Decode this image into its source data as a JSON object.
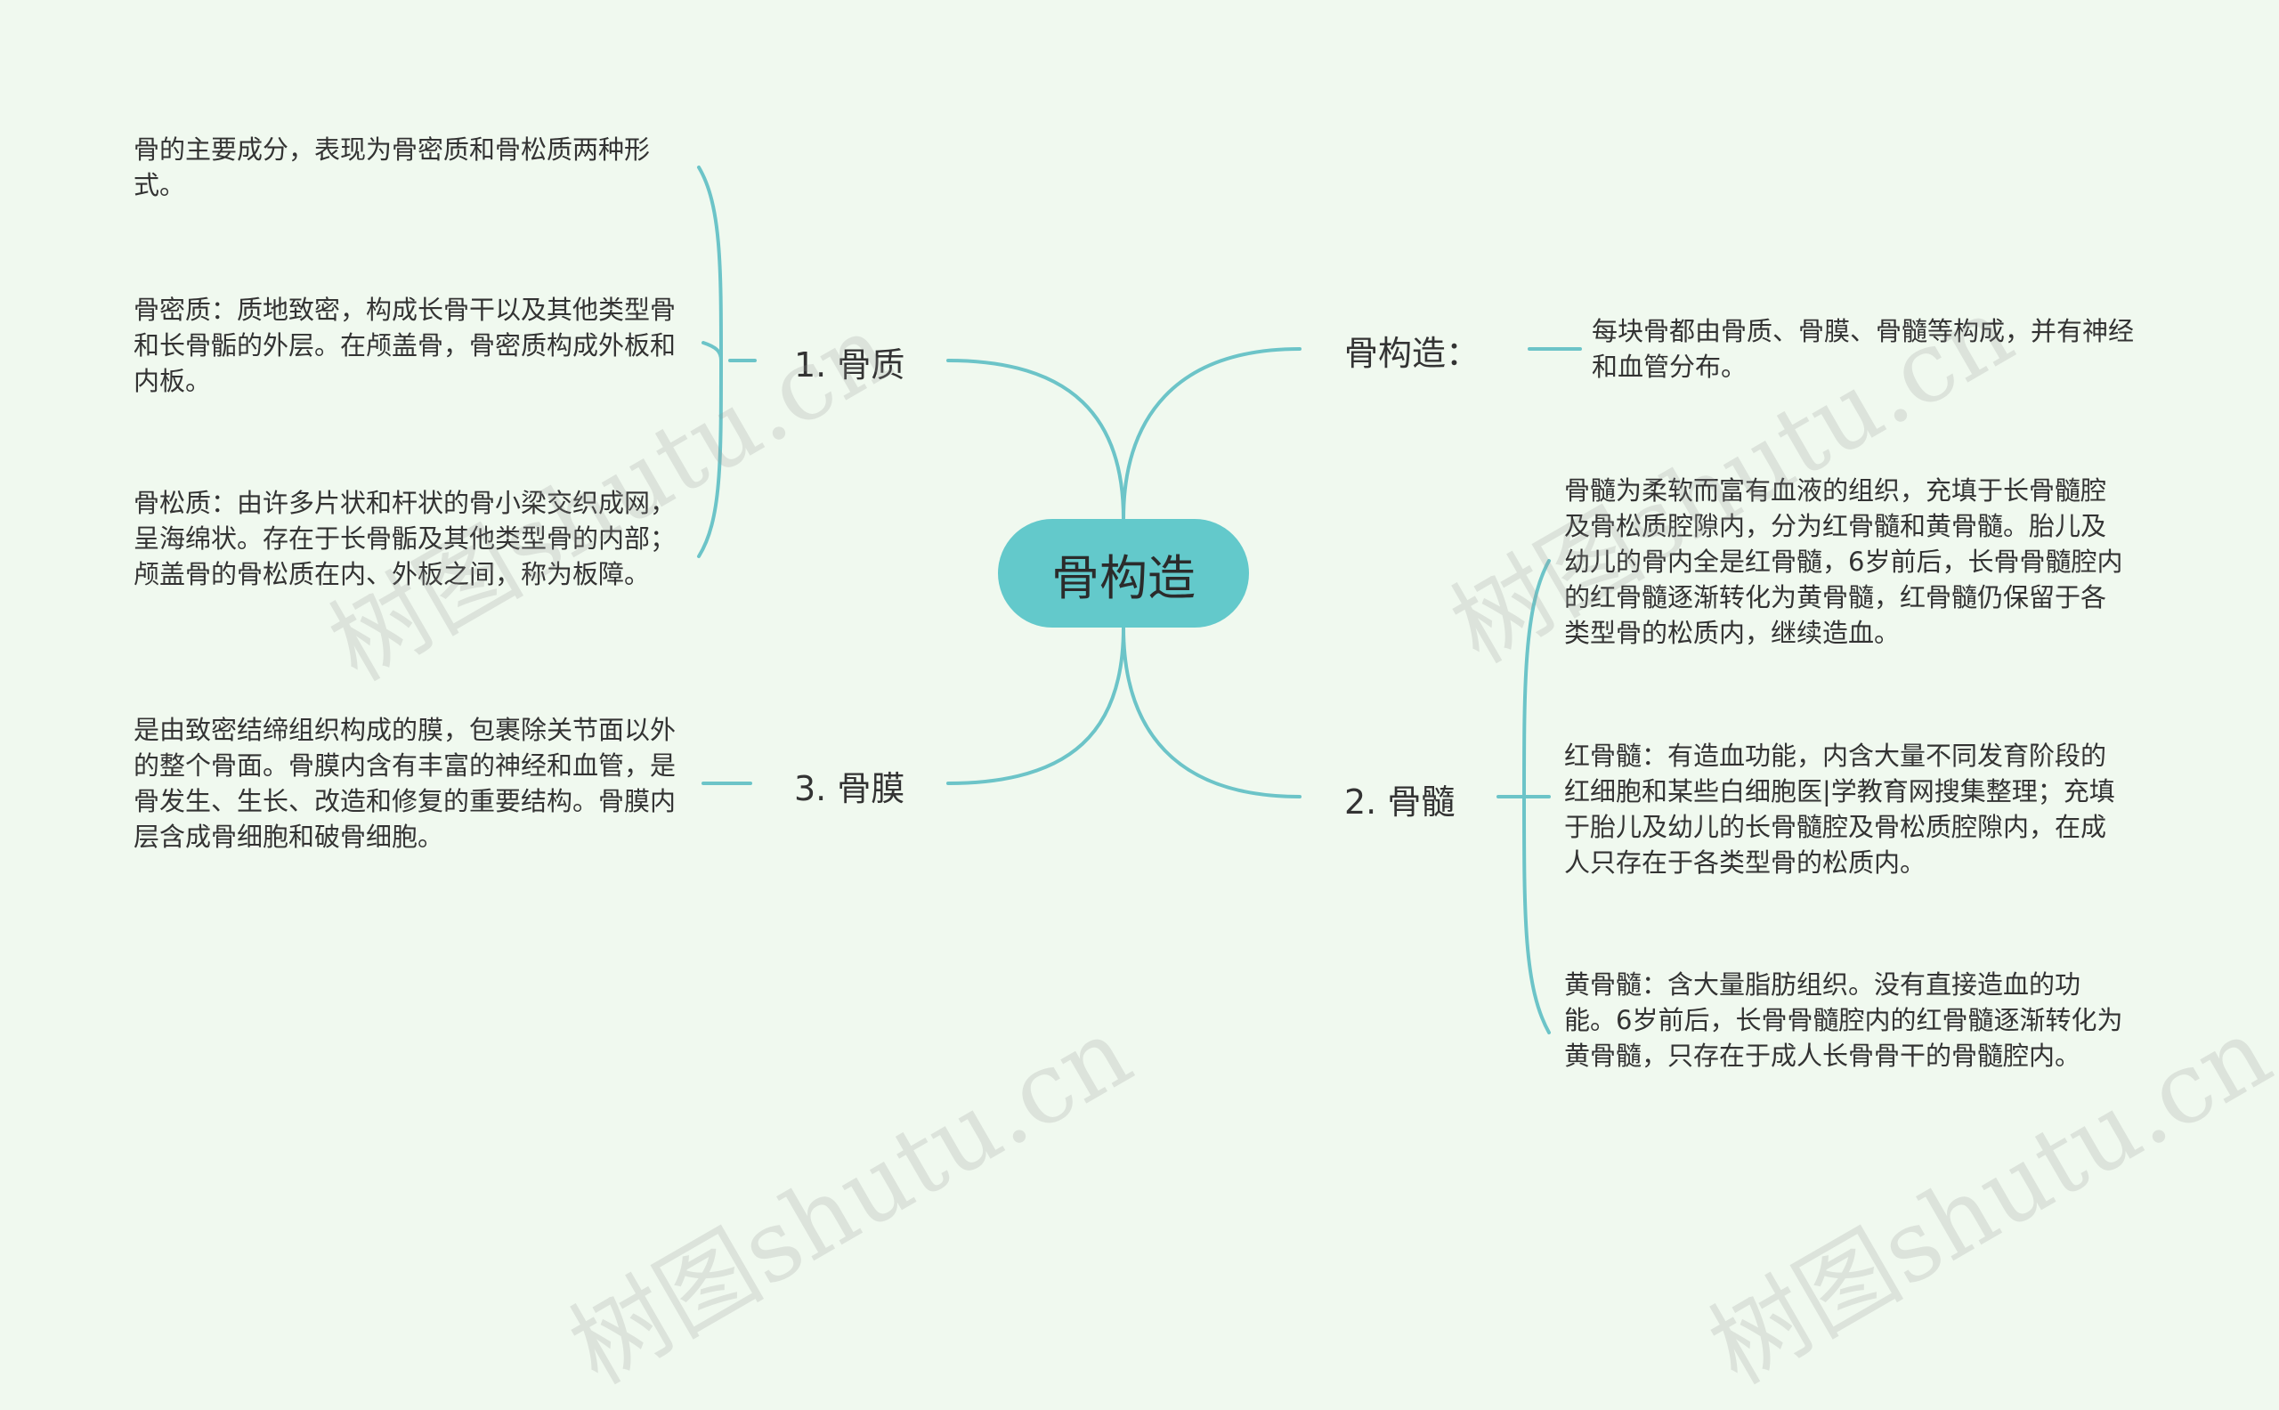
{
  "root": {
    "label": "骨构造"
  },
  "branches": {
    "structure": {
      "label": "骨构造：",
      "items": [
        "每块骨都由骨质、骨膜、骨髓等构成，并有神经和血管分布。"
      ]
    },
    "bone_matter": {
      "label": "1. 骨质",
      "items": [
        "骨的主要成分，表现为骨密质和骨松质两种形式。",
        "骨密质：质地致密，构成长骨干以及其他类型骨和长骨骺的外层。在颅盖骨，骨密质构成外板和内板。",
        "骨松质：由许多片状和杆状的骨小梁交织成网，呈海绵状。存在于长骨骺及其他类型骨的内部；颅盖骨的骨松质在内、外板之间，称为板障。"
      ]
    },
    "marrow": {
      "label": "2. 骨髓",
      "items": [
        "骨髓为柔软而富有血液的组织，充填于长骨髓腔及骨松质腔隙内，分为红骨髓和黄骨髓。胎儿及幼儿的骨内全是红骨髓，6岁前后，长骨骨髓腔内的红骨髓逐渐转化为黄骨髓，红骨髓仍保留于各类型骨的松质内，继续造血。",
        "红骨髓：有造血功能，内含大量不同发育阶段的红细胞和某些白细胞医|学教育网搜集整理；充填于胎儿及幼儿的长骨髓腔及骨松质腔隙内，在成人只存在于各类型骨的松质内。",
        "黄骨髓：含大量脂肪组织。没有直接造血的功能。6岁前后，长骨骨髓腔内的红骨髓逐渐转化为黄骨髓，只存在于成人长骨骨干的骨髓腔内。"
      ]
    },
    "periosteum": {
      "label": "3. 骨膜",
      "items": [
        "是由致密结缔组织构成的膜，包裹除关节面以外的整个骨面。骨膜内含有丰富的神经和血管，是骨发生、生长、改造和修复的重要结构。骨膜内层含成骨细胞和破骨细胞。"
      ]
    }
  },
  "watermark": "树图shutu.cn",
  "colors": {
    "line": "#6cc4c8",
    "root_fill": "#63c9cb",
    "background": "#f0f9ef"
  }
}
